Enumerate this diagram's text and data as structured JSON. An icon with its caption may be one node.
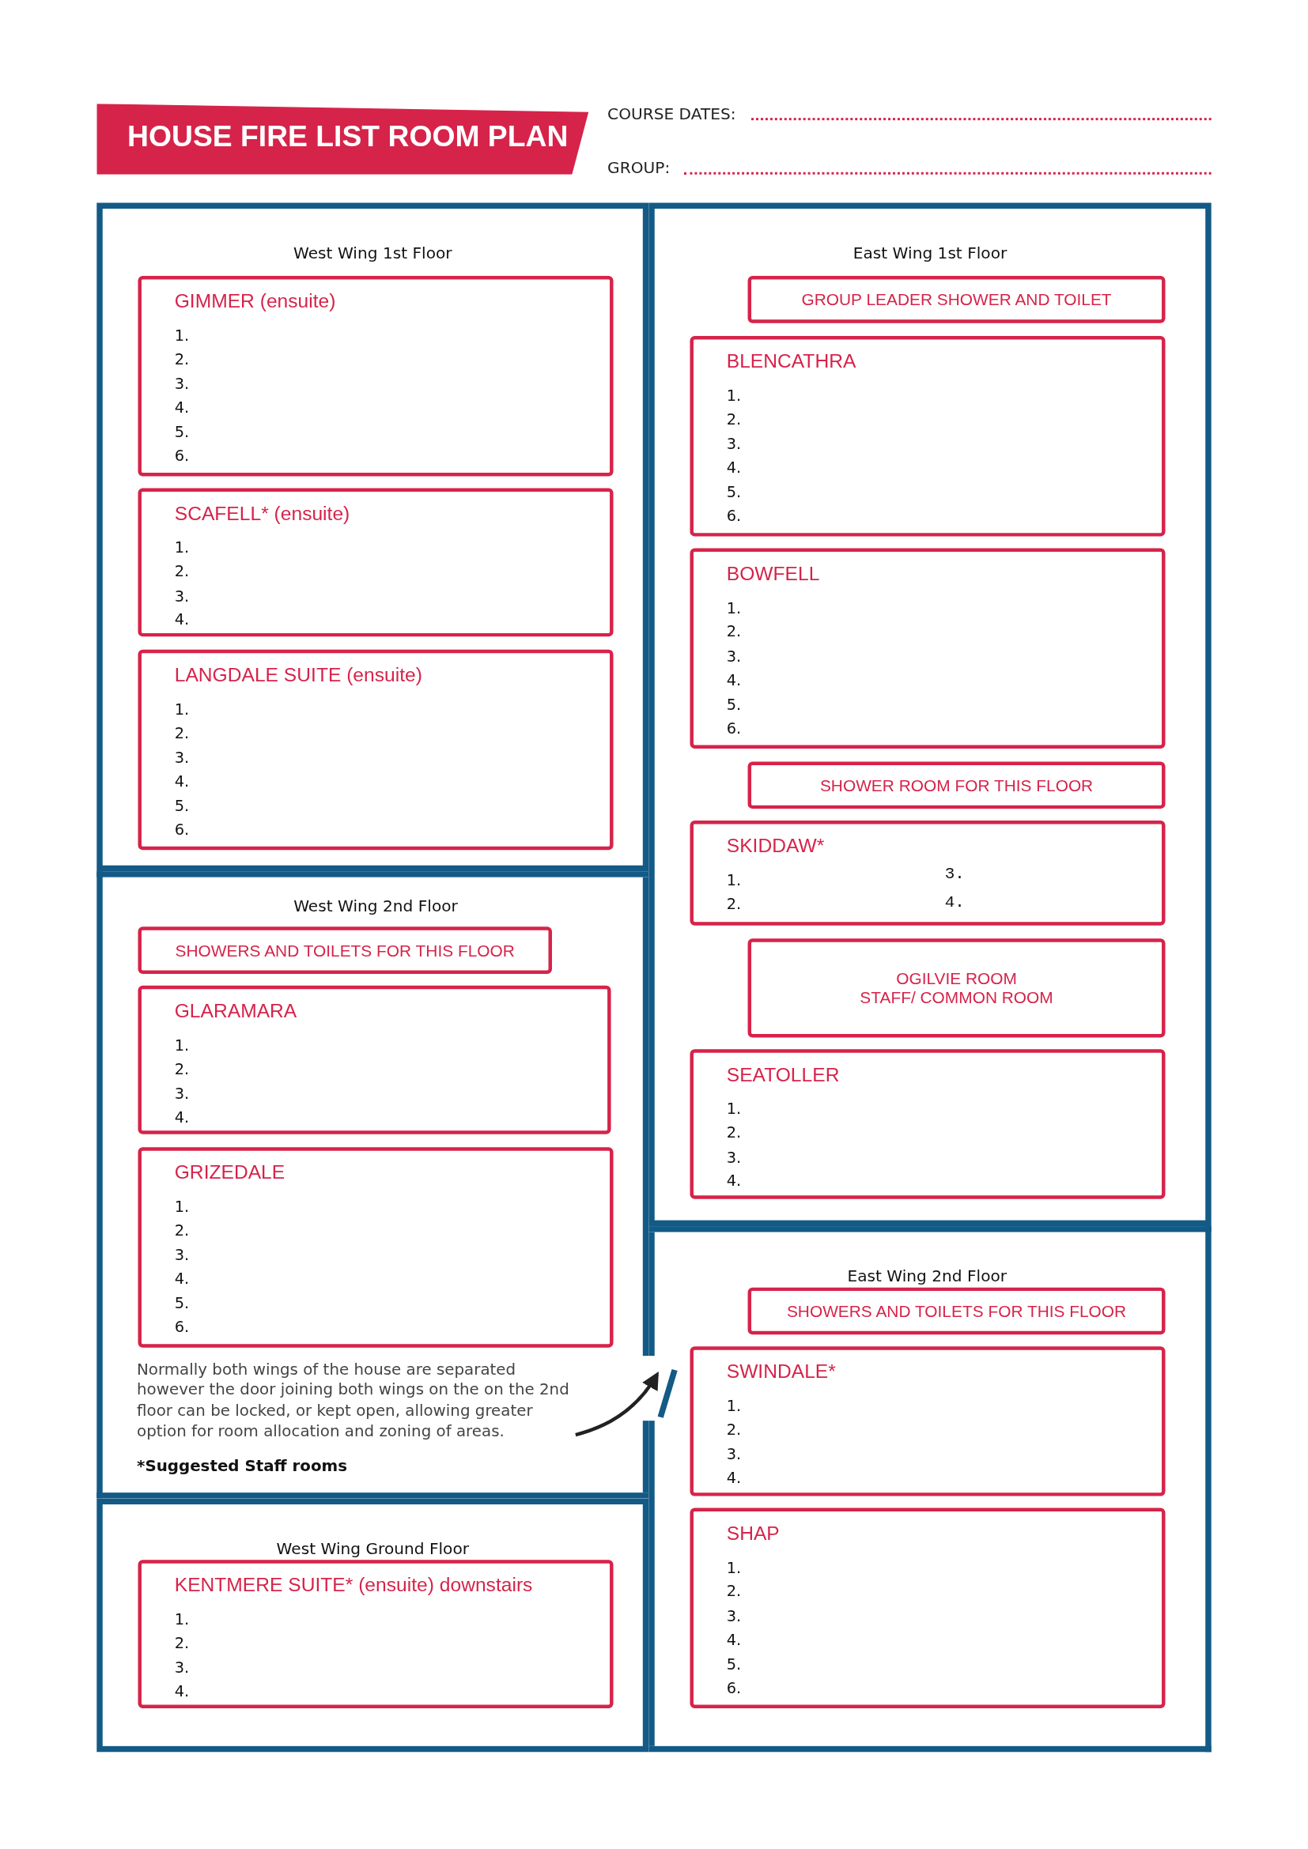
{
  "diagram": {
    "title": "HOUSE FIRE LIST ROOM PLAN",
    "nodes": [
      {
        "text": [
          "West Wing 1st Floor"
        ]
      },
      {
        "text": [
          "GIMMER (ensuite)",
          "1.",
          "2.",
          "3.",
          "4.",
          "5.",
          "6."
        ],
        "in": 0
      },
      {
        "text": [
          "SCAFELL* (ensuite)",
          "1.",
          "2.",
          "3.",
          "4."
        ],
        "in": 0
      },
      {
        "text": [
          "LANGDALE SUITE (ensuite)",
          "1.",
          "2.",
          "3.",
          "4.",
          "5.",
          "6."
        ],
        "in": 0
      },
      {
        "text": [
          "West Wing 2nd Floor"
        ]
      },
      {
        "text": [
          "SHOWERS AND TOILETS FOR THIS FLOOR"
        ],
        "in": 4
      },
      {
        "text": [
          "GLARAMARA",
          "1.",
          "2.",
          "3.",
          "4."
        ],
        "in": 4
      },
      {
        "text": [
          "GRIZEDALE",
          "1.",
          "2.",
          "3.",
          "4.",
          "5.",
          "6."
        ],
        "in": 4
      },
      {
        "text": [
          "Normally both wings of the house are separated however the door joining both wings on the on the 2nd floor can be locked, or kept open, allowing greater option for room allocation and zoning of areas.",
          "*Suggested Staff rooms"
        ],
        "in": 4
      },
      {
        "text": [
          "West Wing Ground Floor"
        ]
      },
      {
        "text": [
          "KENTMERE SUITE* (ensuite) downstairs",
          "1.",
          "2.",
          "3.",
          "4."
        ],
        "in": 9
      },
      {
        "text": [
          "East Wing 1st Floor"
        ]
      },
      {
        "text": [
          "GROUP LEADER SHOWER AND TOILET"
        ],
        "in": 11
      },
      {
        "text": [
          "BLENCATHRA",
          "1.",
          "2.",
          "3.",
          "4.",
          "5.",
          "6."
        ],
        "in": 11
      },
      {
        "text": [
          "BOWFELL",
          "1.",
          "2.",
          "3.",
          "4.",
          "5.",
          "6."
        ],
        "in": 11
      },
      {
        "text": [
          "SHOWER ROOM FOR THIS FLOOR"
        ],
        "in": 11
      },
      {
        "text": [
          "SKIDDAW*",
          "1.",
          "2.",
          "3.",
          "4."
        ],
        "in": 11
      },
      {
        "text": [
          "OGILVIE ROOM",
          "STAFF/ COMMON ROOM"
        ],
        "in": 11
      },
      {
        "text": [
          "SEATOLLER",
          "1.",
          "2.",
          "3.",
          "4."
        ],
        "in": 11
      },
      {
        "text": [
          "East Wing 2nd Floor"
        ]
      },
      {
        "text": [
          "SHOWERS AND TOILETS FOR THIS FLOOR"
        ],
        "in": 19
      },
      {
        "text": [
          "SWINDALE*",
          "1.",
          "2.",
          "3.",
          "4."
        ],
        "in": 19
      },
      {
        "text": [
          "SHAP",
          "1.",
          "2.",
          "3.",
          "4.",
          "5.",
          "6."
        ],
        "in": 19
      },
      {
        "text": [],
        "shape": "door",
        "in": 19
      }
    ],
    "edges": [
      {
        "from": 8,
        "to": 23,
        "arrow": "to"
      }
    ],
    "labels": [
      "COURSE DATES:",
      "GROUP:"
    ]
  }
}
